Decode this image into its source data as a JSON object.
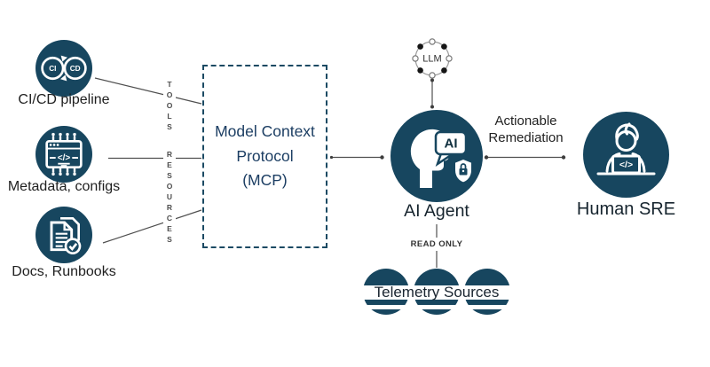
{
  "diagram": {
    "sources": [
      {
        "label": "CI/CD pipeline",
        "icon_text_left": "CI",
        "icon_text_right": "CD"
      },
      {
        "label": "Metadata, configs",
        "icon_glyph": "</>"
      },
      {
        "label": "Docs, Runbooks"
      }
    ],
    "channel_labels": {
      "tools": "TOOLS",
      "resources": "RESOURCES"
    },
    "mcp_box": {
      "line1": "Model Context",
      "line2": "Protocol",
      "line3": "(MCP)"
    },
    "llm": {
      "label": "LLM"
    },
    "ai_agent": {
      "label": "AI Agent",
      "bubble_text": "AI"
    },
    "human_sre": {
      "label": "Human SRE",
      "laptop_glyph": "</>"
    },
    "read_only_label": "READ ONLY",
    "actionable": {
      "line1": "Actionable",
      "line2": "Remediation"
    },
    "telemetry": {
      "label": "Telemetry Sources"
    },
    "colors": {
      "node_fill": "#17465F",
      "mcp_text": "#1C3E63",
      "mcp_border": "#1B4A63",
      "connector": "#4F4F4F",
      "label_text": "#1F1F1F"
    }
  }
}
